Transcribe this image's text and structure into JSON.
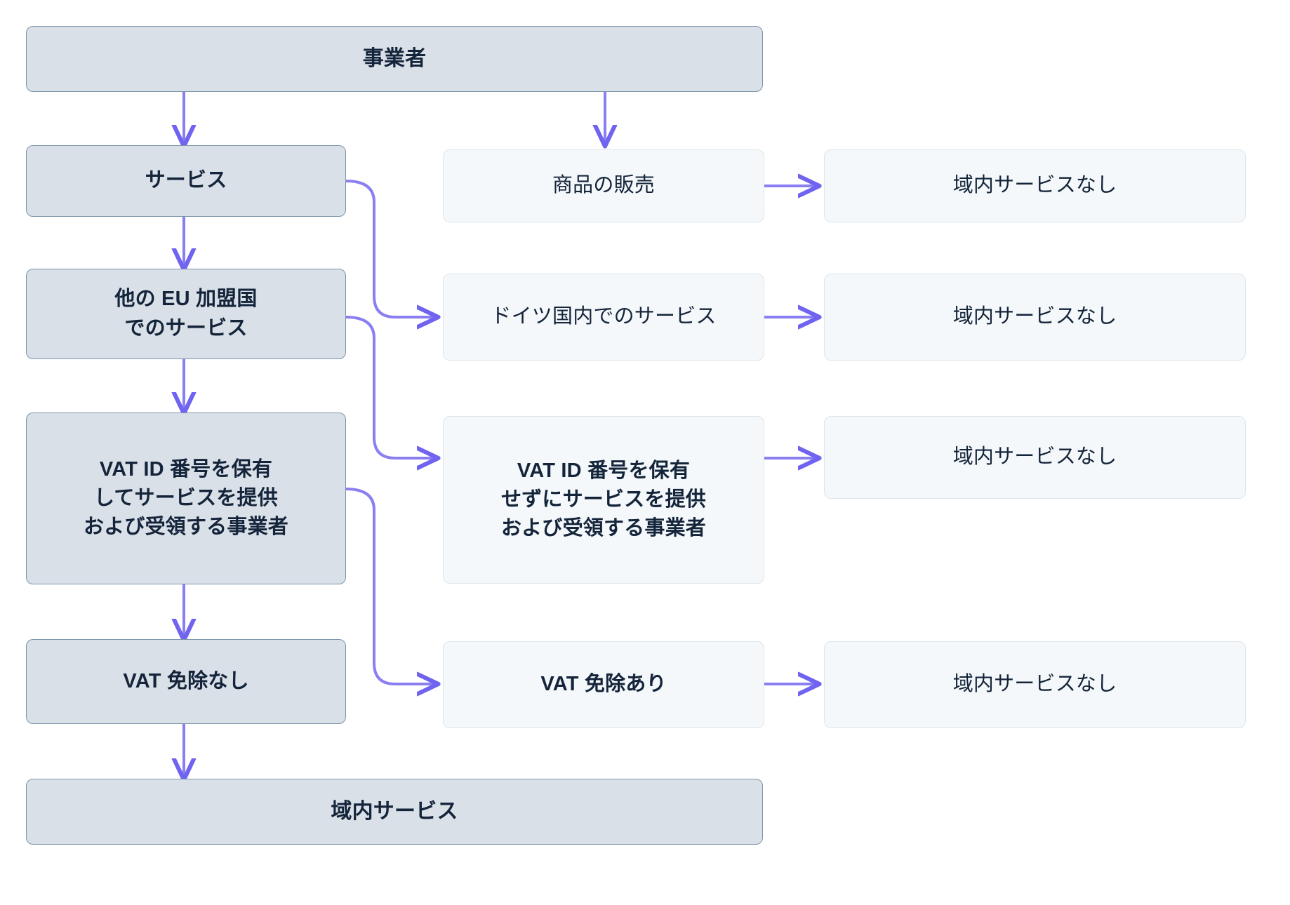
{
  "diagram": {
    "type": "flowchart",
    "title": "",
    "accent_color": "#6c5ce7",
    "primary_node_fill": "#dae0e8",
    "primary_node_border": "#7b94a8",
    "secondary_node_fill": "#f4f8fa",
    "secondary_node_border": "#dde5ea",
    "text_color": "#14243a",
    "nodes": {
      "root": "事業者",
      "left": {
        "service": "サービス",
        "other_eu": "他の EU 加盟国\nでのサービス",
        "vat_id_held": "VAT ID 番号を保有\nしてサービスを提供\nおよび受領する事業者",
        "no_vat_exemption": "VAT 免除なし",
        "domestic_service": "域内サービス"
      },
      "middle": {
        "goods_sale": "商品の販売",
        "germany_service": "ドイツ国内でのサービス",
        "vat_id_not_held": "VAT ID 番号を保有\nせずにサービスを提供\nおよび受領する事業者",
        "vat_exemption": "VAT 免除あり"
      },
      "right": {
        "no_domestic_1": "域内サービスなし",
        "no_domestic_2": "域内サービスなし",
        "no_domestic_3": "域内サービスなし",
        "no_domestic_4": "域内サービスなし"
      }
    },
    "edges": [
      {
        "from": "事業者",
        "to": "サービス"
      },
      {
        "from": "事業者",
        "to": "商品の販売"
      },
      {
        "from": "商品の販売",
        "to": "域内サービスなし"
      },
      {
        "from": "サービス",
        "to": "他の EU 加盟国でのサービス"
      },
      {
        "from": "サービス",
        "to": "ドイツ国内でのサービス"
      },
      {
        "from": "ドイツ国内でのサービス",
        "to": "域内サービスなし"
      },
      {
        "from": "他の EU 加盟国でのサービス",
        "to": "VAT ID 番号を保有してサービスを提供および受領する事業者"
      },
      {
        "from": "他の EU 加盟国でのサービス",
        "to": "VAT ID 番号を保有せずにサービスを提供および受領する事業者"
      },
      {
        "from": "VAT ID 番号を保有せずにサービスを提供および受領する事業者",
        "to": "域内サービスなし"
      },
      {
        "from": "VAT ID 番号を保有してサービスを提供および受領する事業者",
        "to": "VAT 免除なし"
      },
      {
        "from": "VAT ID 番号を保有してサービスを提供および受領する事業者",
        "to": "VAT 免除あり"
      },
      {
        "from": "VAT 免除あり",
        "to": "域内サービスなし"
      },
      {
        "from": "VAT 免除なし",
        "to": "域内サービス"
      }
    ]
  }
}
